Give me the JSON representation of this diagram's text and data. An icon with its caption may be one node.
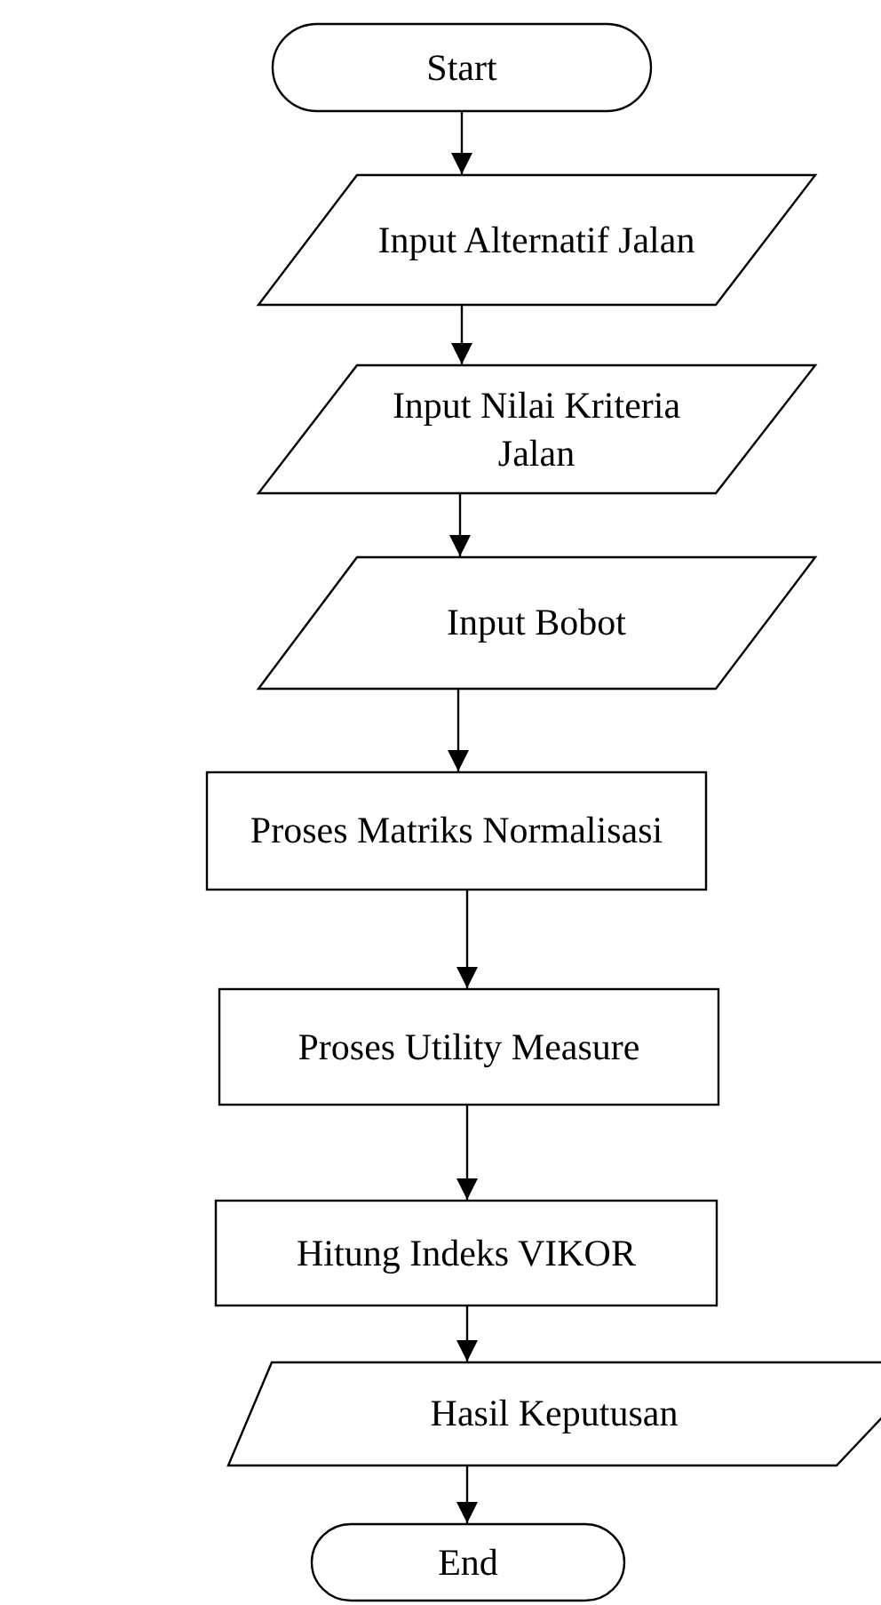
{
  "diagram": {
    "nodes": [
      {
        "text": [
          "Start"
        ]
      },
      {
        "text": [
          "Input Alternatif Jalan"
        ]
      },
      {
        "text": [
          "Input Nilai Kriteria Jalan"
        ]
      },
      {
        "text": [
          "Input Bobot"
        ]
      },
      {
        "text": [
          "Proses Matriks Normalisasi"
        ]
      },
      {
        "text": [
          "Proses Utility Measure"
        ]
      },
      {
        "text": [
          "Hitung Indeks VIKOR"
        ]
      },
      {
        "text": [
          "Hasil Keputusan"
        ]
      },
      {
        "text": [
          "End"
        ]
      }
    ],
    "edges": [
      {
        "from": 0,
        "to": 1,
        "arrow": "to"
      },
      {
        "from": 1,
        "to": 2,
        "arrow": "to"
      },
      {
        "from": 2,
        "to": 3,
        "arrow": "to"
      },
      {
        "from": 3,
        "to": 4,
        "arrow": "to"
      },
      {
        "from": 4,
        "to": 5,
        "arrow": "to"
      },
      {
        "from": 5,
        "to": 6,
        "arrow": "to"
      },
      {
        "from": 6,
        "to": 7,
        "arrow": "to"
      },
      {
        "from": 7,
        "to": 8,
        "arrow": "to"
      }
    ]
  }
}
